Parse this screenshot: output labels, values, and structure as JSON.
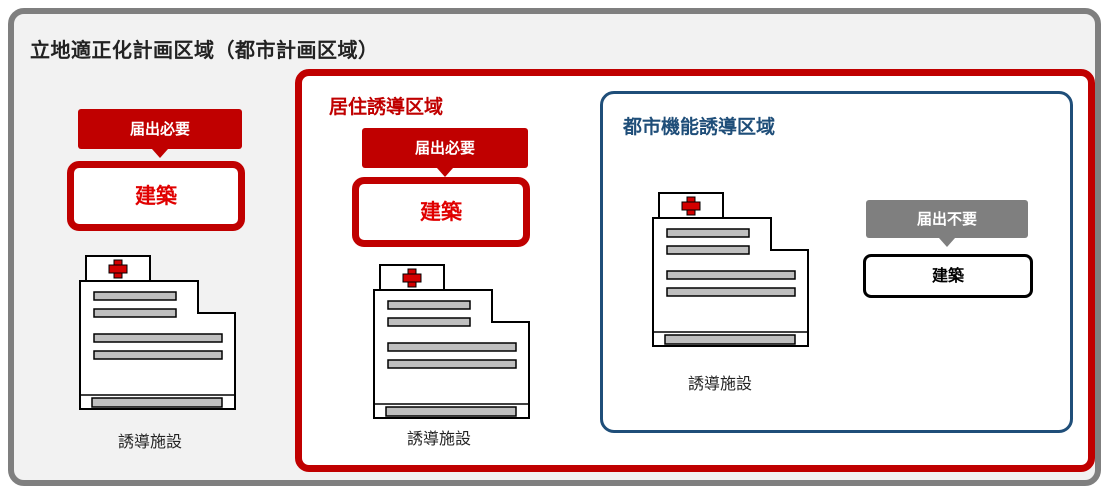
{
  "outer_area": {
    "title": "立地適正化計画区域（都市計画区域）"
  },
  "residential_area": {
    "title": "居住誘導区域"
  },
  "urban_function_area": {
    "title": "都市機能誘導区域"
  },
  "left_panel": {
    "callout": "届出必要",
    "action": "建築",
    "facility_label": "誘導施設"
  },
  "middle_panel": {
    "callout": "届出必要",
    "action": "建築",
    "facility_label": "誘導施設"
  },
  "right_panel": {
    "callout": "届出不要",
    "action": "建築",
    "facility_label": "誘導施設"
  },
  "colors": {
    "required": "#c00000",
    "not_required": "#7f7f7f",
    "urban_border": "#1f4e79",
    "outer_border": "#7f7f7f"
  },
  "icons": [
    "hospital-building-icon"
  ]
}
